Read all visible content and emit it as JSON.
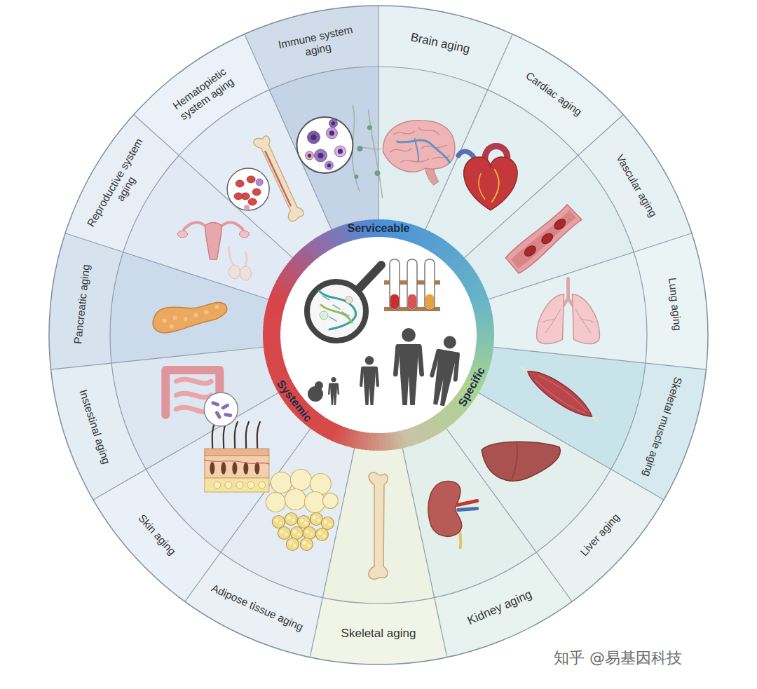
{
  "diagram": {
    "nodes": [
      {
        "text": [
          "Immune system aging"
        ]
      },
      {
        "text": [
          "Brain aging"
        ]
      },
      {
        "text": [
          "Cardiac aging"
        ]
      },
      {
        "text": [
          "Vascular aging"
        ]
      },
      {
        "text": [
          "Lung aging"
        ]
      },
      {
        "text": [
          "Skeletal muscle aging"
        ]
      },
      {
        "text": [
          "Liver aging"
        ]
      },
      {
        "text": [
          "Kidney aging"
        ]
      },
      {
        "text": [
          "Skeletal aging"
        ]
      },
      {
        "text": [
          "Adipose tissue aging"
        ]
      },
      {
        "text": [
          "Skin aging"
        ]
      },
      {
        "text": [
          "Instestinal aging"
        ]
      },
      {
        "text": [
          "Pancreatic aging"
        ]
      },
      {
        "text": [
          "Reproductive system aging"
        ]
      },
      {
        "text": [
          "Hematopietic system aging"
        ]
      },
      {
        "text": [
          "Serviceable",
          "Specific",
          "Systemic"
        ]
      }
    ],
    "labels": [
      "知乎 @易基因科技"
    ]
  }
}
